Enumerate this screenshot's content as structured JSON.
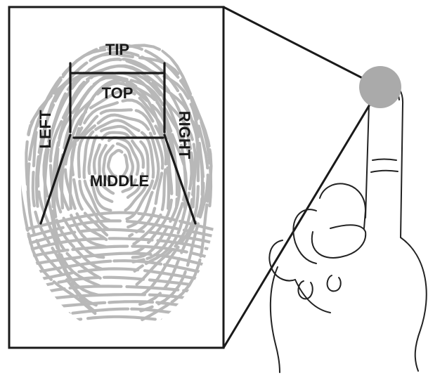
{
  "labels": {
    "tip": "TIP",
    "top": "TOP",
    "left": "LEFT",
    "right": "RIGHT",
    "middle": "MIDDLE"
  },
  "icons": {
    "fingerprint": "fingerprint-icon",
    "hand": "hand-pointing-up-icon"
  },
  "colors": {
    "fingerprint_ridges": "#b8b8b8",
    "lines": "#1a1a1a",
    "fingertip_highlight": "#aaaaaa"
  }
}
